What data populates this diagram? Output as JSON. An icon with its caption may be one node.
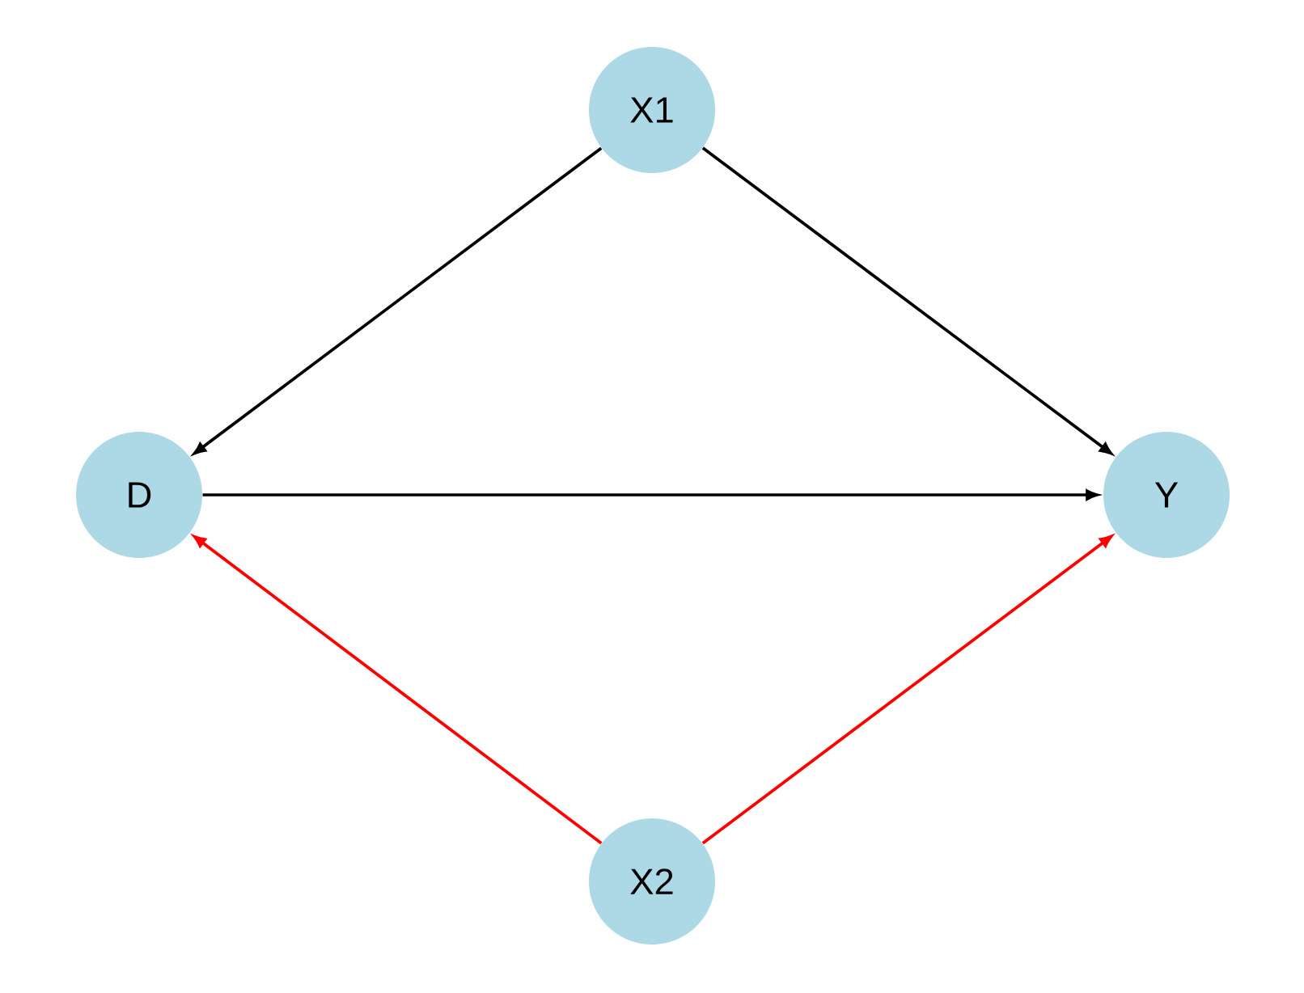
{
  "diagram": {
    "nodes": [
      {
        "text": [
          "X1"
        ]
      },
      {
        "text": [
          "D"
        ]
      },
      {
        "text": [
          "Y"
        ]
      },
      {
        "text": [
          "X2"
        ]
      }
    ],
    "edges": [
      {
        "from": 0,
        "to": 1,
        "arrow": "to"
      },
      {
        "from": 0,
        "to": 2,
        "arrow": "to"
      },
      {
        "from": 1,
        "to": 2,
        "arrow": "to"
      },
      {
        "from": 3,
        "to": 1,
        "arrow": "to",
        "color": "#ff0000"
      },
      {
        "from": 3,
        "to": 2,
        "arrow": "to",
        "color": "#ff0000"
      }
    ]
  }
}
